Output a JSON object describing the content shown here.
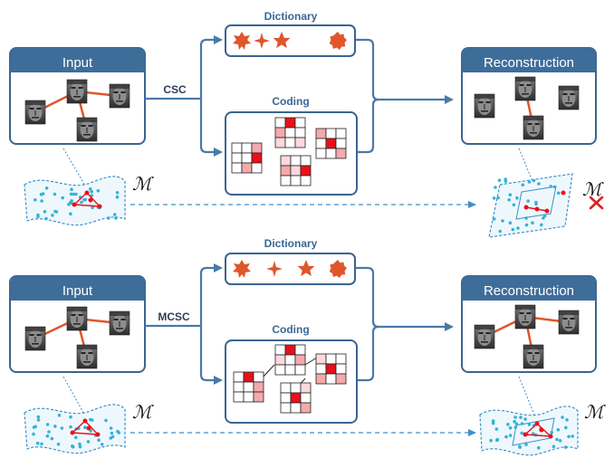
{
  "rows": [
    {
      "id": "csc",
      "input_title": "Input",
      "method_label": "CSC",
      "dictionary_title": "Dictionary",
      "coding_title": "Coding",
      "reconstruction_title": "Reconstruction",
      "manifold_symbol": "ℳ",
      "reconstruction_manifold_symbol": "ℳ",
      "manifold_preserved": false
    },
    {
      "id": "mcsc",
      "input_title": "Input",
      "method_label": "MCSC",
      "dictionary_title": "Dictionary",
      "coding_title": "Coding",
      "reconstruction_title": "Reconstruction",
      "manifold_symbol": "ℳ",
      "reconstruction_manifold_symbol": "ℳ",
      "manifold_preserved": true
    }
  ],
  "colors": {
    "header_blue": "#3f6d9a",
    "frame_blue": "#3b6490",
    "arrow_blue": "#4a79a8",
    "edge_orange": "#e0562b",
    "atom_orange": "#e0562b",
    "code_red": "#e8111b",
    "code_pink": "#f4a9ad",
    "code_light_pink": "#fbd9dc",
    "manifold_dot": "#35b3d8",
    "manifold_border": "#3d8fc7",
    "cross_red": "#e01f1f"
  },
  "icons": {
    "dictionary_atoms_row1": [
      "star-8-icon",
      "star-4-icon",
      "star-5-icon",
      "star-10-icon"
    ],
    "dictionary_atoms_row2": [
      "star-8-icon",
      "star-4-icon",
      "star-5-icon",
      "star-10-icon"
    ],
    "face_icon": "face-thumbnail-icon",
    "cross_icon": "red-x-icon"
  }
}
